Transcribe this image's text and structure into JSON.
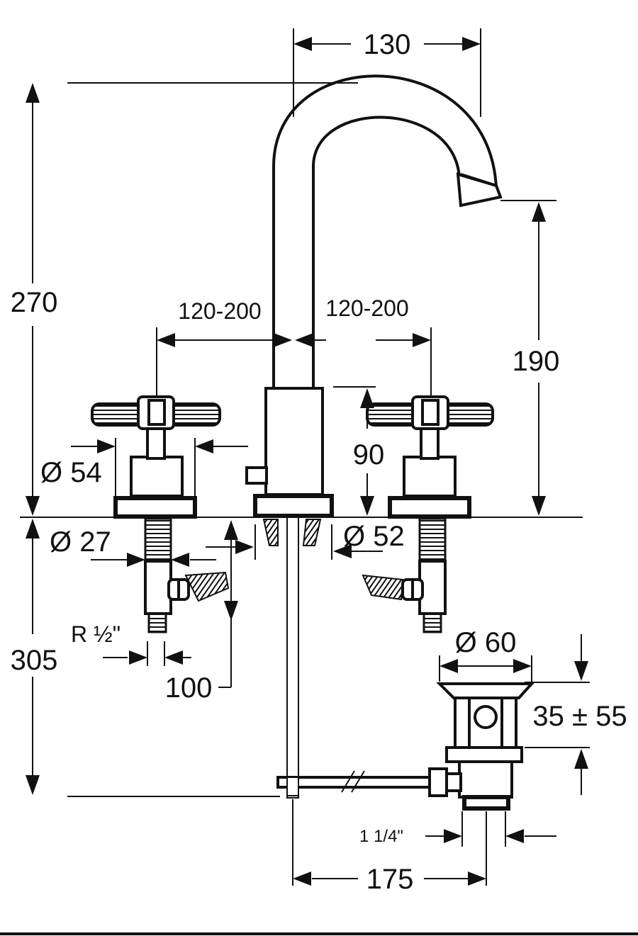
{
  "dimensions": {
    "spout_reach": "130",
    "total_height": "270",
    "spout_clearance": "190",
    "left_spacing": "120-200",
    "right_spacing": "120-200",
    "body_height": "90",
    "handle_diameter": "Ø 54",
    "shank_diameter": "Ø 27",
    "base_diameter": "Ø 52",
    "thread": "R ½\"",
    "connector_length": "100",
    "below_deck": "305",
    "waste_diameter": "Ø 60",
    "waste_height": "35 ± 55",
    "waste_thread": "1 1/4\"",
    "waste_offset": "175"
  }
}
